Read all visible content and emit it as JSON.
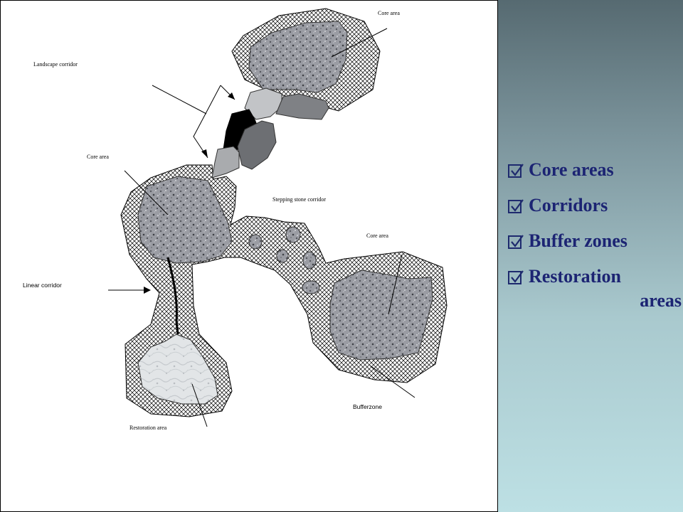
{
  "diagram": {
    "labels": {
      "core_area_top": "Core area",
      "landscape_corridor": "Landscape corridor",
      "core_area_left": "Core area",
      "stepping_stone": "Stepping stone corridor",
      "core_area_right": "Core area",
      "linear_corridor": "Linear corridor",
      "buffer_zone": "Bufferzone",
      "restoration_area": "Restoration area"
    }
  },
  "sidebar": {
    "items": [
      {
        "label": "Core areas"
      },
      {
        "label": "Corridors"
      },
      {
        "label": "Buffer zones"
      },
      {
        "label_line1": "Restoration",
        "label_line2": "areas"
      }
    ]
  },
  "colors": {
    "bullet_text": "#1c2473",
    "panel_top": "#566a71",
    "panel_bottom": "#bde0e4"
  }
}
